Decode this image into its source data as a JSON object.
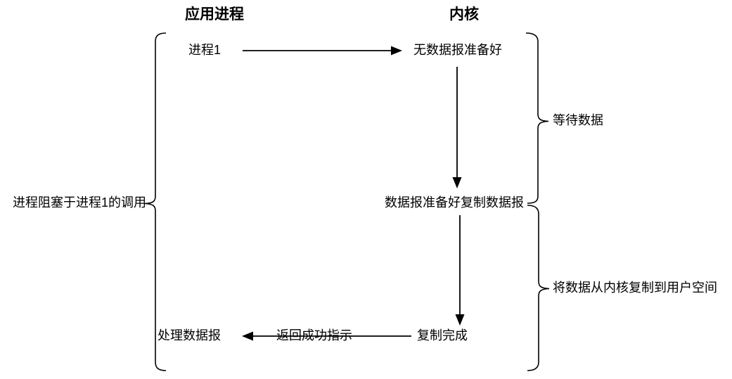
{
  "diagram": {
    "title_columns": {
      "app_process": "应用进程",
      "kernel": "内核"
    },
    "nodes": {
      "process1": "进程1",
      "no_datagram_ready": "无数据报准备好",
      "datagram_ready_copy": "数据报准备好复制数据报",
      "copy_complete": "复制完成",
      "handle_datagram": "处理数据报"
    },
    "edge_labels": {
      "return_success": "返回成功指示"
    },
    "side_labels": {
      "process_blocked": "进程阻塞于进程1的调用",
      "wait_for_data": "等待数据",
      "copy_kernel_to_user": "将数据从内核复制到用户空间"
    },
    "colors": {
      "stroke": "#000000",
      "text": "#000000",
      "background": "#ffffff"
    }
  }
}
